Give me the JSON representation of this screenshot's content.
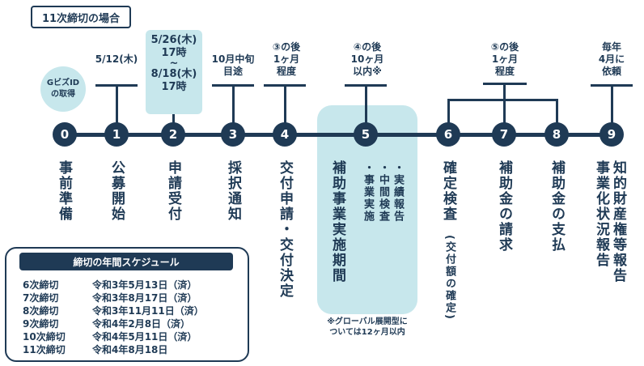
{
  "header_box": "11次締切の場合",
  "bubble": {
    "line1": "GビズID",
    "line2": "の取得"
  },
  "period_top": {
    "line1": "5/26(木)",
    "line2": "17時",
    "sep": "~",
    "line3": "8/18(木)",
    "line4": "17時"
  },
  "notes": {
    "n1": "5/12(木)",
    "n3": {
      "line1": "10月中旬",
      "line2": "目途"
    },
    "n4": {
      "line1": "③の後",
      "line2": "1ヶ月",
      "line3": "程度"
    },
    "n5": {
      "line1": "④の後",
      "line2": "10ヶ月",
      "line3": "以内※"
    },
    "n678": {
      "line1": "⑤の後",
      "line2": "1ヶ月",
      "line3": "程度"
    },
    "n9": {
      "line1": "毎年",
      "line2": "4月に",
      "line3": "依頼"
    }
  },
  "steps": [
    "0",
    "1",
    "2",
    "3",
    "4",
    "5",
    "6",
    "7",
    "8",
    "9"
  ],
  "labels": {
    "s0": "事前準備",
    "s1": "公募開始",
    "s2": "申請受付",
    "s3": "採択通知",
    "s4": "交付申請・交付決定",
    "s5_main": "補助事業実施期間",
    "s5_sub1": "・実績報告",
    "s5_sub2": "・中間検査",
    "s5_sub3": "・事業実施",
    "s6_main": "確定検査",
    "s6_sub": "(交付額の確定)",
    "s7": "補助金の請求",
    "s8": "補助金の支払",
    "s9a": "知的財産権等報告",
    "s9b": "事業化状況報告"
  },
  "footnote": {
    "line1": "※グローバル展開型に",
    "line2": "ついては12ヶ月以内"
  },
  "schedule": {
    "title": "締切の年間スケジュール",
    "rows": [
      {
        "round": "6次締切",
        "date": "令和3年5月13日（済）"
      },
      {
        "round": "7次締切",
        "date": "令和3年8月17日（済）"
      },
      {
        "round": "8次締切",
        "date": "令和3年11月11日（済）"
      },
      {
        "round": "9次締切",
        "date": "令和4年2月8日（済）"
      },
      {
        "round": "10次締切",
        "date": "令和4年5月11日（済）"
      },
      {
        "round": "11次締切",
        "date": "令和4年8月18日"
      }
    ]
  }
}
